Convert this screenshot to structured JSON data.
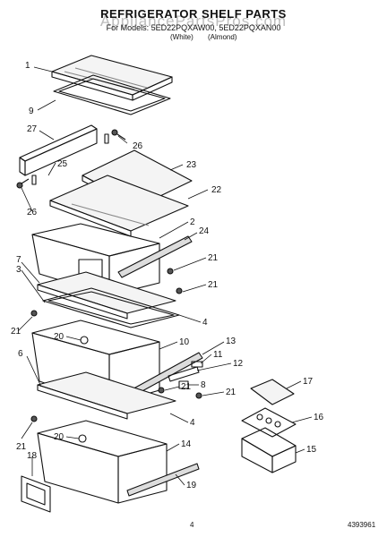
{
  "header": {
    "title": "REFRIGERATOR SHELF PARTS",
    "watermark": "AppliancePartsPros.com",
    "model_line": "For Models: 5ED22PQXAW00, 5ED22PQXAN00",
    "color_white": "(White)",
    "color_almond": "(Almond)"
  },
  "labels": [
    "1",
    "9",
    "27",
    "26",
    "25",
    "26",
    "23",
    "22",
    "2",
    "24",
    "21",
    "7",
    "3",
    "21",
    "4",
    "21",
    "20",
    "10",
    "13",
    "11",
    "6",
    "12",
    "8",
    "21",
    "21",
    "17",
    "16",
    "4",
    "20",
    "14",
    "21",
    "15",
    "18",
    "19"
  ],
  "footer": {
    "page_number": "4",
    "document_number": "4393961"
  }
}
